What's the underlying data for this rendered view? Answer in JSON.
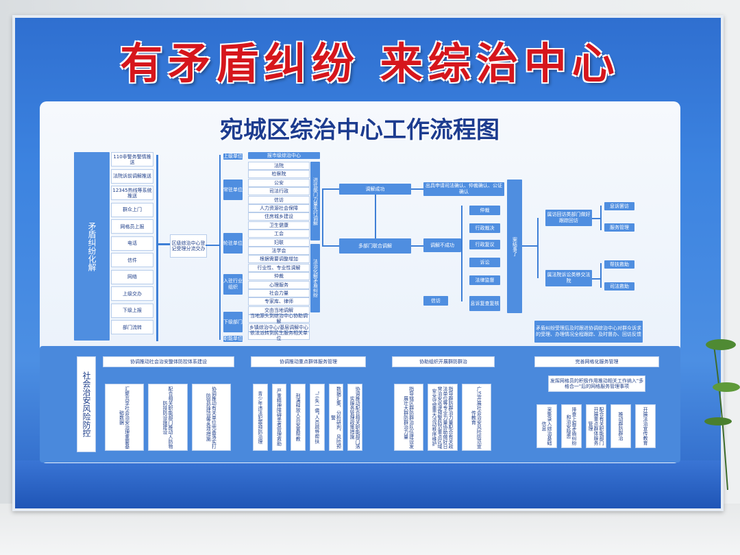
{
  "title": "有矛盾纠纷 来综治中心",
  "subtitle": "宛城区综治中心工作流程图",
  "flow": {
    "left_label": "矛盾纠纷化解",
    "sources": [
      "110非警务警情推送",
      "法院诉前调解推送",
      "12345热线等系统推送",
      "群众上门",
      "网格员上报",
      "电话",
      "信件",
      "网络",
      "上级交办",
      "下级上报",
      "部门流转"
    ],
    "center": "区级综治中心登记受理分流交办",
    "levels": [
      "上级单位",
      "常驻单位",
      "轮驻单位",
      "入驻行业组织",
      "下级部门",
      "职能单位"
    ],
    "top_box": "报市级综治中心",
    "dept_items": [
      "法院",
      "检察院",
      "公安",
      "司法行政",
      "信访",
      "人力资源社会保障",
      "住房城乡建设",
      "卫生健康",
      "工会",
      "妇联",
      "法学会",
      "根据需要调整增加",
      "行业性、专业性调解",
      "仲裁",
      "心理服务",
      "社会力量",
      "专家库、律师",
      "交由当地调解",
      "当地源头到综治中心协助调解",
      "乡镇综治中心/基层调解中心",
      "依法派转到民生服务相关单位"
    ],
    "mid_vertical": "进驻部门力量先行调解",
    "mid_vertical2": "法治化解矛盾纠纷",
    "outcome_success": "调解成功",
    "outcome_multi": "多部门联合调解",
    "outcome_fail": "调解不成功",
    "confirm": "出具申请司法确认、仲裁确认、公证确认",
    "paths": [
      "仲裁",
      "行政裁决",
      "行政复议",
      "诉讼",
      "法律监督",
      "信访",
      "息诉复查复核"
    ],
    "result_label": "案结事了",
    "right_a": "属访回访类部门做好跟踪回访",
    "right_b": "属法院诉讼类移交法院",
    "end1": "息诉罢访",
    "end2": "服务管理",
    "end3": "帮扶救助",
    "end4": "司法救助",
    "note": "矛盾纠纷受理后及时跟进协调综治中心对群众诉求的受理、办理情况全程跟踪、及时督办、回访反馈"
  },
  "bottom": {
    "left_label": "社会治安风险防控",
    "sections": [
      {
        "title": "协调推动社会治安整体防控体系建设",
        "items": [
          "汇聚共享社会治安治理重要基础数据",
          "配合相关职能部门推动人防物防技防设施建设",
          "协调推动有关单位完善落实打防管控建设等各项措施"
        ]
      },
      {
        "title": "协调推动重点群体服务管理",
        "items": [
          "青少年违法犯罪预防治理",
          "严重精神障碍患者管理救助",
          "刑满释放人员安置帮教",
          "\"三失一偏\"人员疏导帮扶",
          "数据汇集、分析研判、风险预警",
          "协调推动配合相关职能部门落实服务管理政策措施"
        ]
      },
      {
        "title": "协助组织开展群防群治",
        "items": [
          "指导辖区群防群治队伍建设发展壮大群防群治力量",
          "指导群防群治力量配合有关政法单位等专业力量协助做好日常治安巡逻预警防范重点区域安全守望重大活动秩序维护",
          "广泛开展社会治安风险防范宣传教育"
        ]
      },
      {
        "title": "完善网格化服务管理",
        "items": [
          "发挥网格员的积极作用推动相关工作纳入\"多格合一\"后的网格服务管理事项",
          "采集录入综治基础信息",
          "排查上报矛盾纠纷和治安隐患",
          "配合有关职能部门开展重点群体服务管理",
          "推动群防群治",
          "开展法治宣传教育"
        ]
      }
    ]
  },
  "colors": {
    "board": "#3c83e0",
    "title": "#d6161c",
    "box": "#4f8ee0",
    "panel": "#eef3fb"
  }
}
